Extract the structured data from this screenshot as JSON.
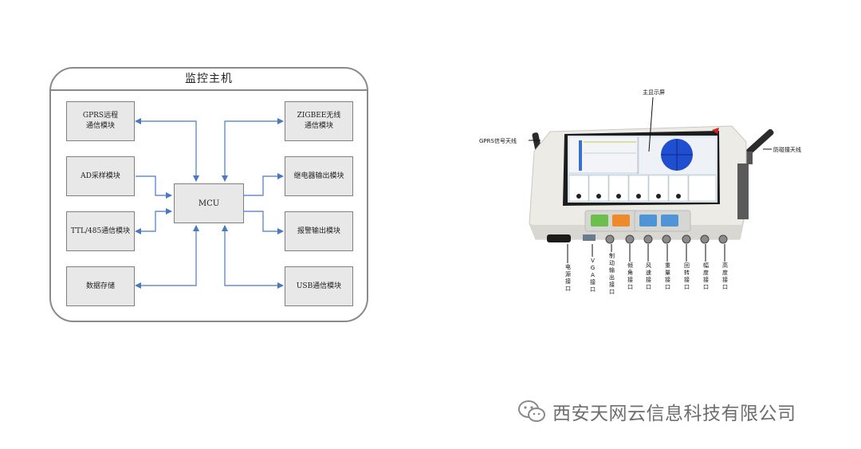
{
  "diagram": {
    "title": "监控主机",
    "center": "MCU",
    "left_modules": [
      "GPRS远程\n通信模块",
      "AD采样模块",
      "TTL/485通信模块",
      "数据存储"
    ],
    "right_modules": [
      "ZIGBEE无线\n通信模块",
      "继电器输出模块",
      "报警输出模块",
      "USB通信模块"
    ]
  },
  "device": {
    "callouts": {
      "screen": "主显示屏",
      "gprs_antenna": "GPRS信号天线",
      "anticollision_antenna": "防碰撞天线"
    },
    "ports": [
      "电源接口",
      "VGA接口",
      "制动输出接口",
      "倾角接口",
      "风速接口",
      "重量接口",
      "回转接口",
      "幅度接口",
      "高度接口"
    ]
  },
  "watermark": {
    "text": "西安天网云信息科技有限公司"
  }
}
